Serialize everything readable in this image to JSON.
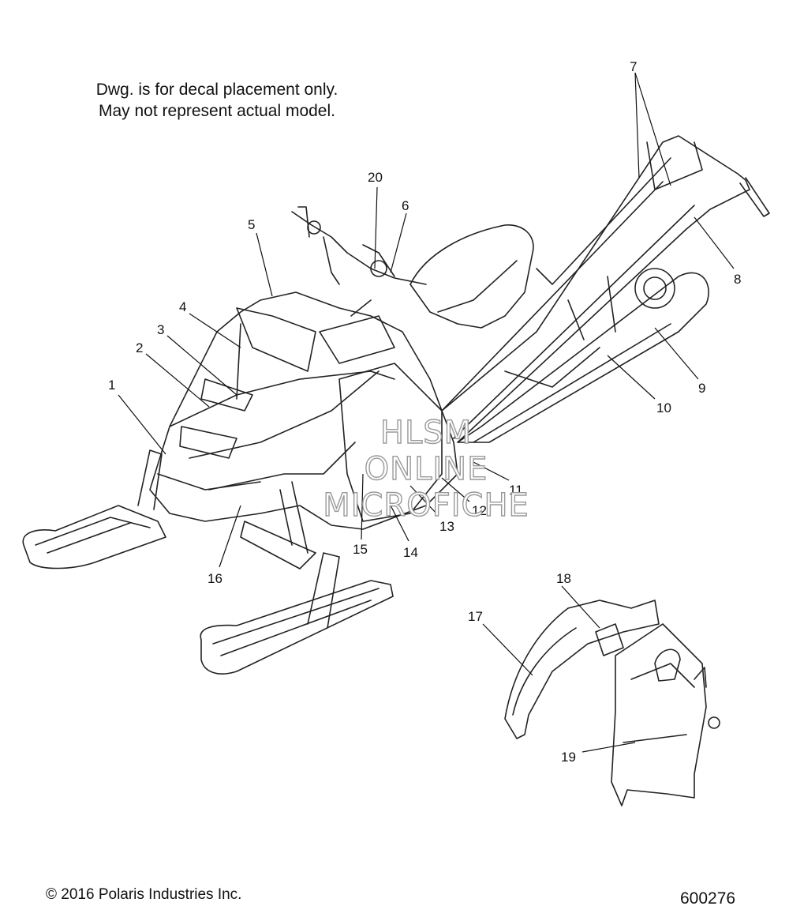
{
  "note": {
    "line1": "Dwg. is for decal placement only.",
    "line2": "May not represent actual model."
  },
  "copyright": "© 2016 Polaris Industries Inc.",
  "drawing_number": "600276",
  "watermark": [
    "HLSM",
    "ONLINE",
    "MICROFICHE"
  ],
  "callouts": [
    "1",
    "2",
    "3",
    "4",
    "5",
    "6",
    "7",
    "8",
    "9",
    "10",
    "11",
    "12",
    "13",
    "14",
    "15",
    "16",
    "17",
    "18",
    "19",
    "20"
  ],
  "colors": {
    "line": "#111111",
    "background": "#ffffff",
    "watermark_outline": "#9a9a9a"
  }
}
